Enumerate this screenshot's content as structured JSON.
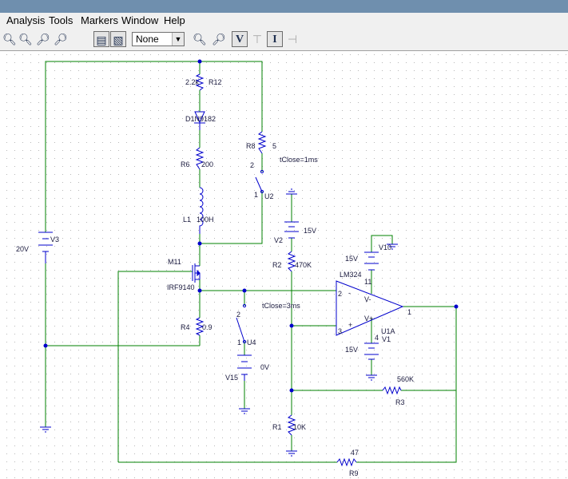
{
  "menu": [
    "Analysis",
    "Tools",
    "Markers",
    "Window",
    "Help"
  ],
  "toolbar": {
    "trace_select_value": "None",
    "probe_voltage_label": "V",
    "probe_current_label": "I"
  },
  "labels": {
    "v3_name": "V3",
    "v3_value": "20V",
    "r12_value": "2.2k",
    "r12_name": "R12",
    "d_name": "D1N9182",
    "r6_name": "R6",
    "r6_value": "200",
    "l1_name": "L1",
    "l1_value": "100H",
    "r8_name": "R8",
    "r8_value": "5",
    "u2_tclose": "tClose=1ms",
    "u2_name": "U2",
    "u2_pin1": "1",
    "u2_pin2": "2",
    "v2_value": "15V",
    "v2_name": "V2",
    "m11_name": "M11",
    "m11_part": "IRF9140",
    "r2_name": "R2",
    "r2_value": "470K",
    "lm324": "LM324",
    "v10_value": "15V",
    "v10_name": "V10",
    "pin11": "11",
    "pin4": "4",
    "pin2": "2",
    "pin3": "3",
    "pin1": "1",
    "vminus": "V-",
    "vplus": "V+",
    "minus": "-",
    "plus": "+",
    "u1a_name": "U1A",
    "v1_value": "15V",
    "v1_name": "V1",
    "u4_tclose": "tClose=3ms",
    "u4_name": "U4",
    "u4_pin1": "1",
    "u4_pin2": "2",
    "r4_name": "R4",
    "r4_value": "0.9",
    "v15_name": "V15",
    "v15_value": "0V",
    "r3_value": "560K",
    "r3_name": "R3",
    "r1_name": "R1",
    "r1_value": "10K",
    "r9_value": "47",
    "r9_name": "R9"
  },
  "colors": {
    "wire": "#008000",
    "component": "#0000cc",
    "text": "#1a1a3e",
    "grid": "#b8b8b8"
  }
}
